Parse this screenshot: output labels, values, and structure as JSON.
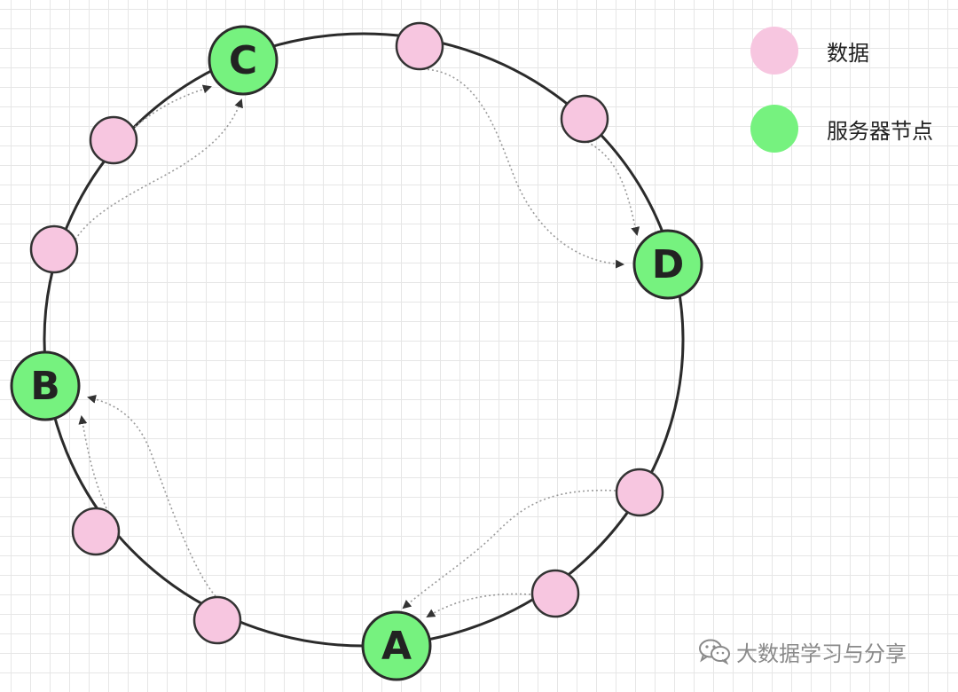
{
  "legend": {
    "data": {
      "label": "数据",
      "color": "#f7c6e0"
    },
    "server": {
      "label": "服务器节点",
      "color": "#76f27f"
    }
  },
  "colors": {
    "ring": "#2b2b2b",
    "data_node": "#f7c6e0",
    "server_node": "#76f27f",
    "arrow": "#9a9a9a",
    "arrow_head": "#333333"
  },
  "servers": [
    {
      "id": "A",
      "label": "A"
    },
    {
      "id": "B",
      "label": "B"
    },
    {
      "id": "C",
      "label": "C"
    },
    {
      "id": "D",
      "label": "D"
    }
  ],
  "data_nodes": [
    {
      "id": "d1",
      "target": "C"
    },
    {
      "id": "d2",
      "target": "C"
    },
    {
      "id": "d3",
      "target": "D"
    },
    {
      "id": "d4",
      "target": "D"
    },
    {
      "id": "d5",
      "target": "A"
    },
    {
      "id": "d6",
      "target": "A"
    },
    {
      "id": "d7",
      "target": "B"
    },
    {
      "id": "d8",
      "target": "B"
    }
  ],
  "watermark": {
    "text": "大数据学习与分享",
    "icon": "wechat-icon"
  }
}
